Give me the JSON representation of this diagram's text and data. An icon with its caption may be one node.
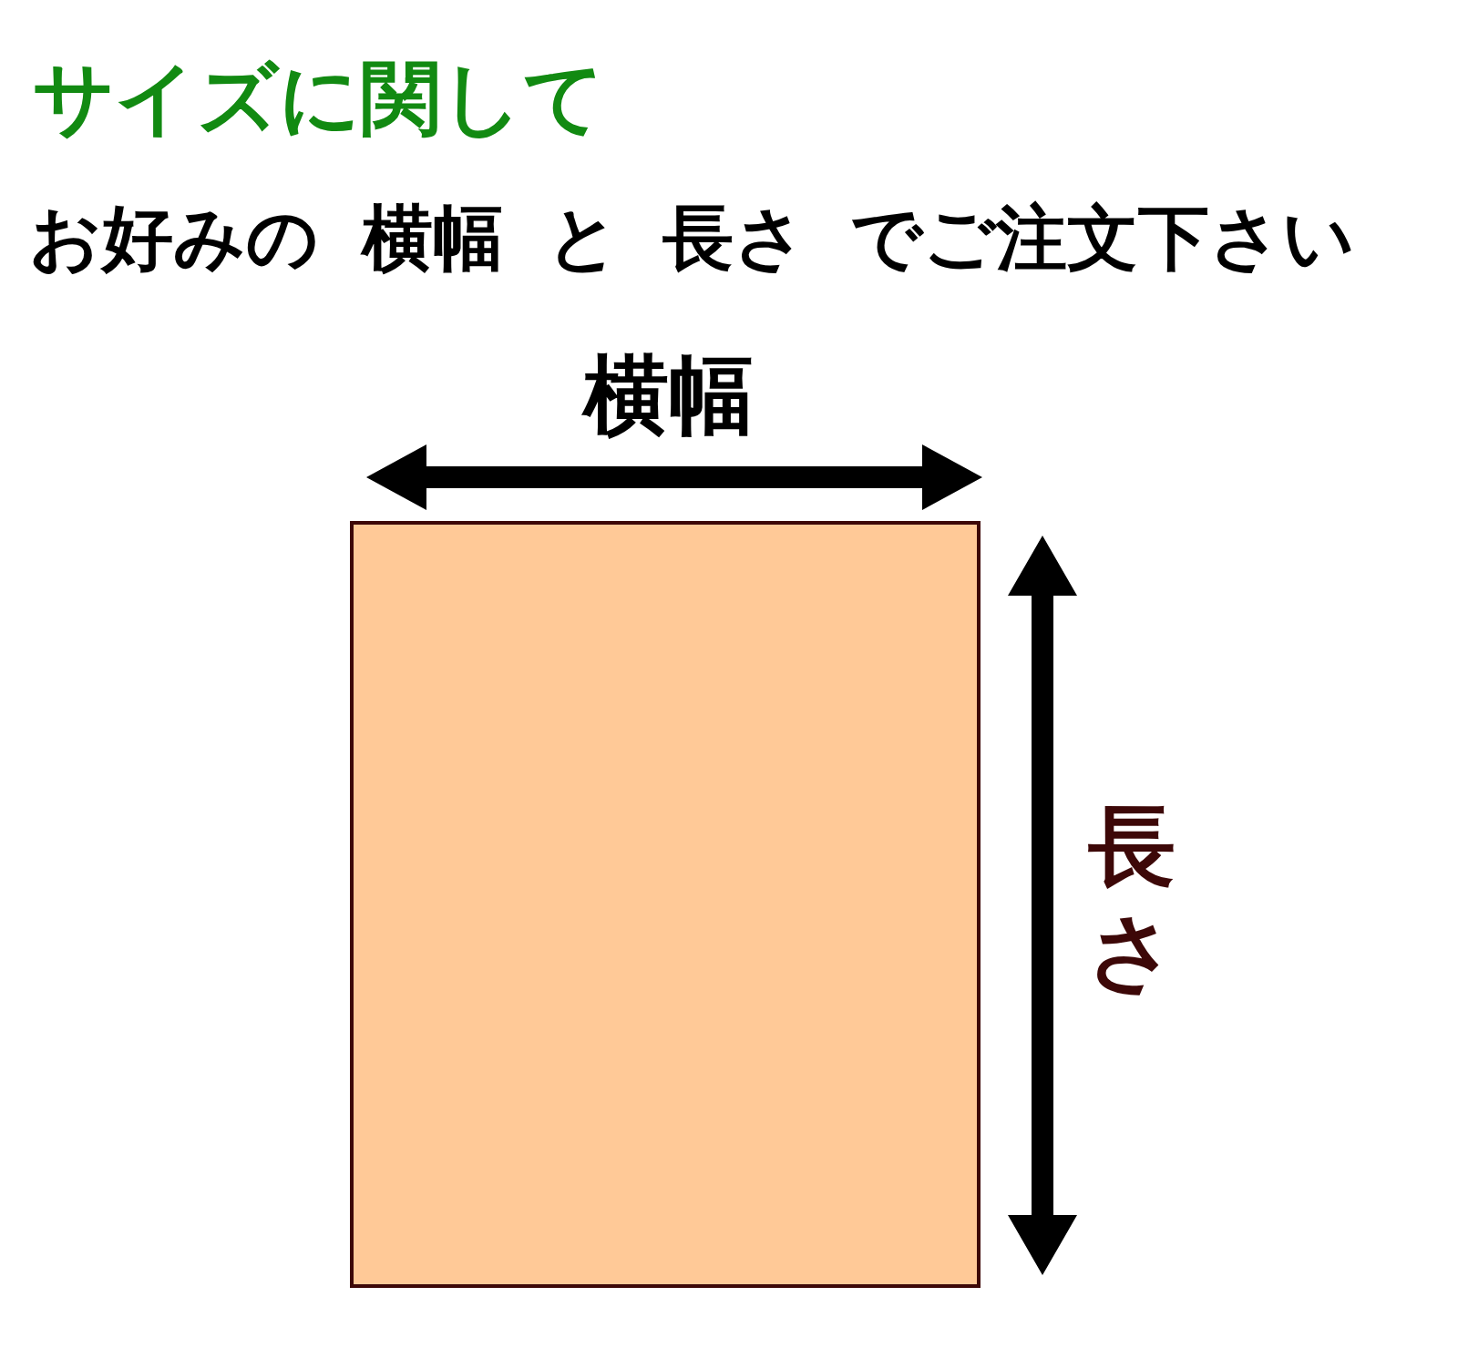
{
  "diagram": {
    "title": "サイズに関して",
    "nodes": [
      {
        "text": [],
        "shape": "box"
      }
    ],
    "labels": [
      "お好みの 横幅 と 長さ でご注文下さい",
      "横幅",
      "長さ"
    ]
  }
}
